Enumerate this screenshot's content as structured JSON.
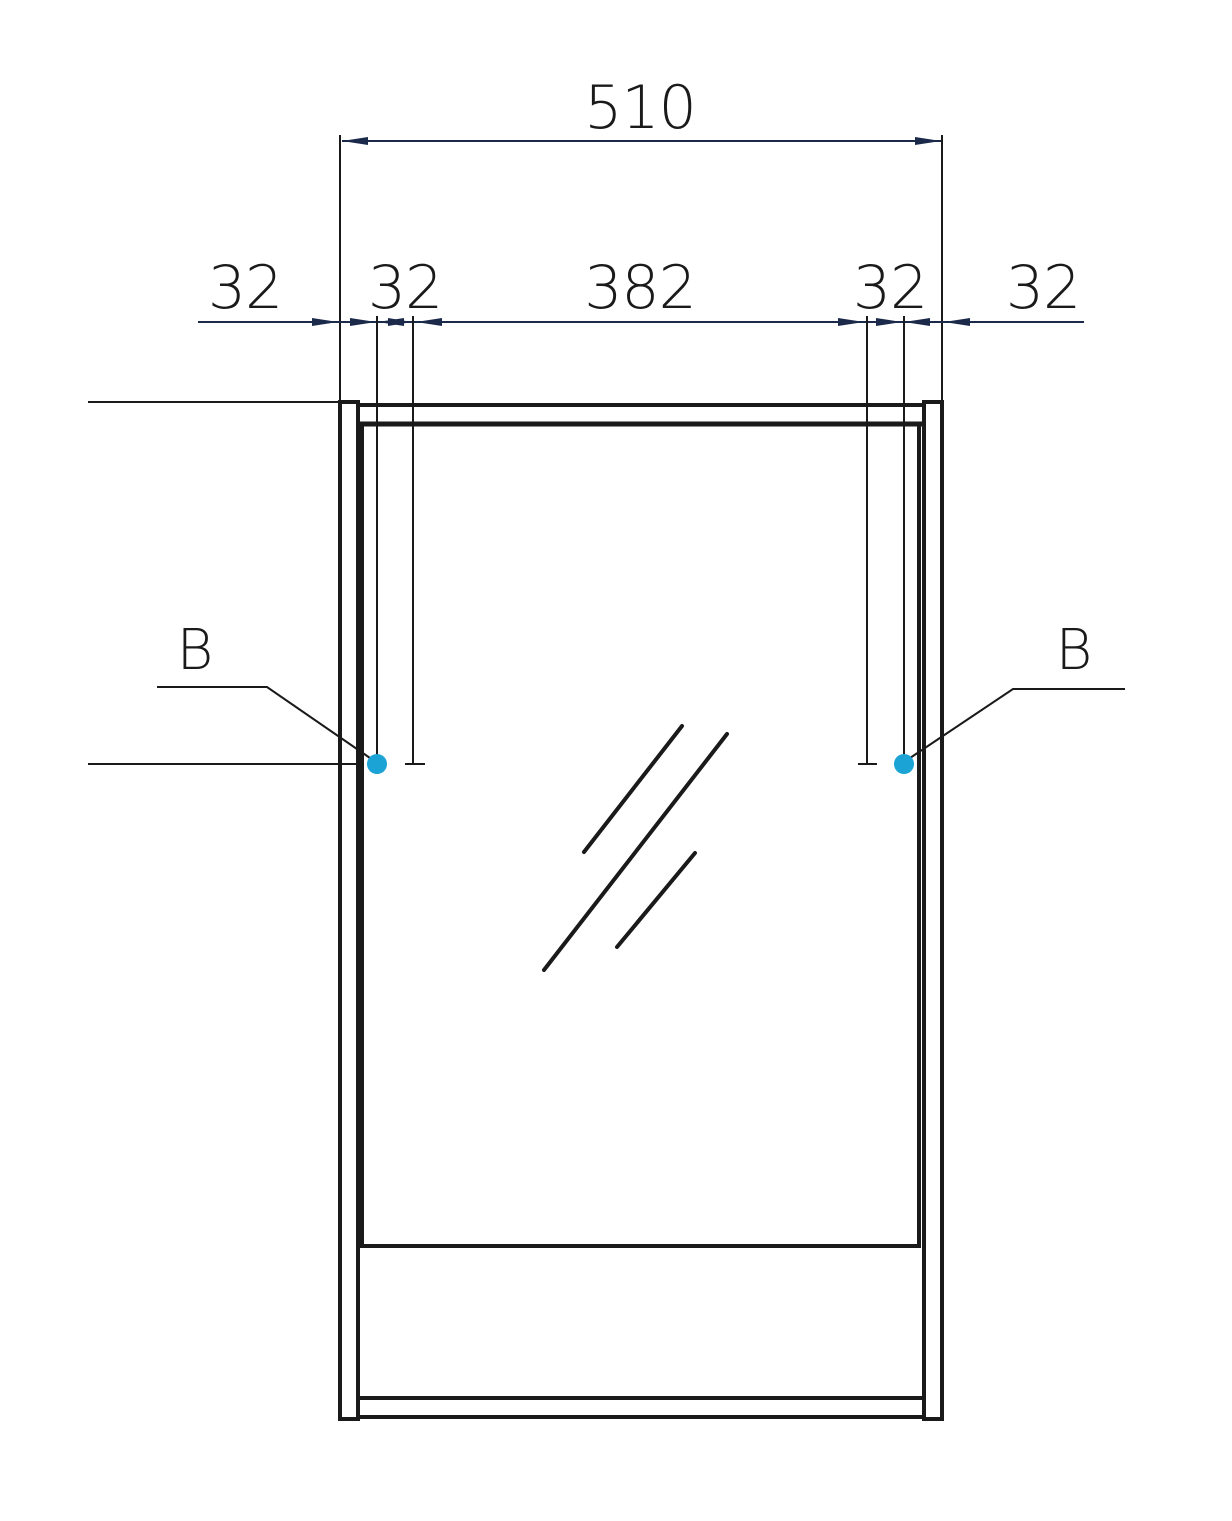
{
  "dimensions": {
    "overall_width": "510",
    "left_outer": "32",
    "left_inner": "32",
    "center": "382",
    "right_inner": "32",
    "right_outer": "32"
  },
  "markers": {
    "left_label": "B",
    "right_label": "B",
    "color": "#1aa3d4"
  },
  "colors": {
    "line": "#1a1a1a",
    "dimension_line": "#1b2a4a"
  }
}
